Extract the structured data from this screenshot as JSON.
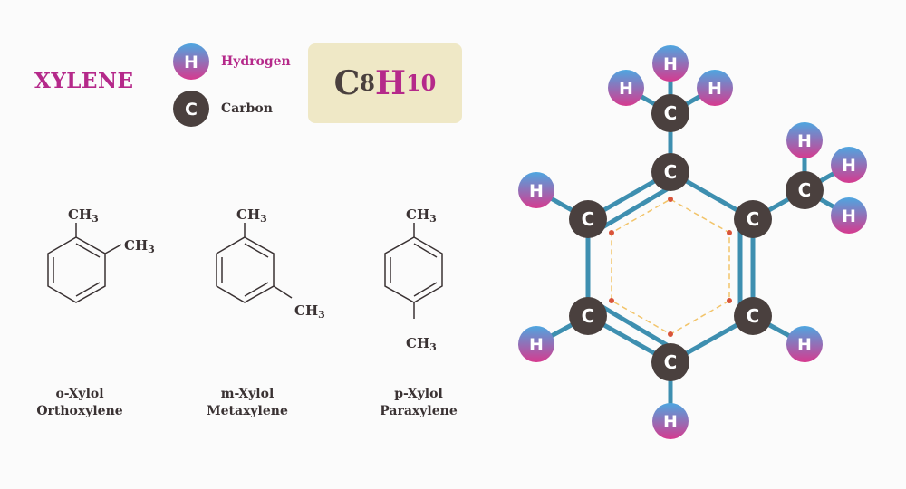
{
  "title": "XYLENE",
  "legend": {
    "hydrogen": {
      "symbol": "H",
      "label": "Hydrogen"
    },
    "carbon": {
      "symbol": "C",
      "label": "Carbon"
    }
  },
  "formula": {
    "c": "C",
    "c_count": "8",
    "h": "H",
    "h_count": "10"
  },
  "group": {
    "base": "CH",
    "sub": "3"
  },
  "isomers": [
    {
      "short": "o-Xylol",
      "name": "Orthoxylene"
    },
    {
      "short": "m-Xylol",
      "name": "Metaxylene"
    },
    {
      "short": "p-Xylol",
      "name": "Paraxylene"
    }
  ],
  "colors": {
    "accent": "#b5298a",
    "carbon": "#4a403e",
    "hydrogen_top": "#4ea6e0",
    "hydrogen_bottom": "#d63a8f",
    "bond": "#3e8fb0",
    "aromatic_ring": "#f2c46a",
    "aromatic_dot": "#d9543a",
    "formula_box": "#efe8c6",
    "text_dark": "#3a3233"
  }
}
